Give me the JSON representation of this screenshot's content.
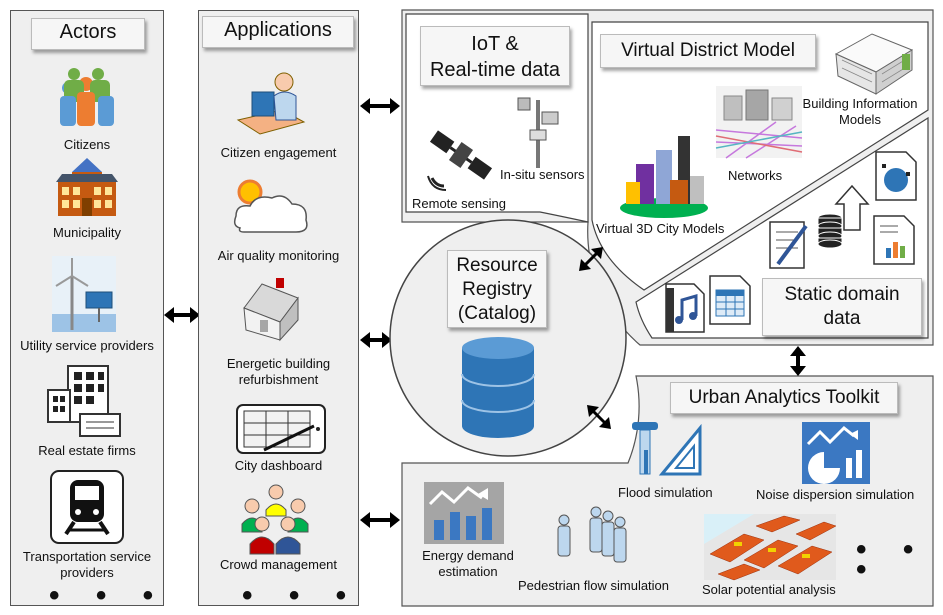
{
  "actors": {
    "title": "Actors",
    "items": [
      "Citizens",
      "Municipality",
      "Utility service providers",
      "Real estate firms",
      "Transportation service providers"
    ],
    "more": "• • •"
  },
  "applications": {
    "title": "Applications",
    "items": [
      "Citizen engagement",
      "Air quality monitoring",
      "Energetic building refurbishment",
      "City dashboard",
      "Crowd management"
    ],
    "more": "• • •"
  },
  "iot": {
    "title_line1": "IoT &",
    "title_line2": "Real-time data",
    "in_situ": "In-situ sensors",
    "remote": "Remote sensing"
  },
  "district": {
    "title": "Virtual District Model",
    "bim": "Building Information Models",
    "networks": "Networks",
    "city_models": "Virtual 3D City Models"
  },
  "static": {
    "title_line1": "Static domain",
    "title_line2": "data"
  },
  "registry": {
    "line1": "Resource",
    "line2": "Registry",
    "line3": "(Catalog)"
  },
  "toolkit": {
    "title": "Urban Analytics Toolkit",
    "flood": "Flood simulation",
    "noise": "Noise dispersion simulation",
    "energy": "Energy demand estimation",
    "pedestrian": "Pedestrian flow simulation",
    "solar": "Solar potential analysis",
    "more": "• • •"
  },
  "colors": {
    "panel": "#efefef",
    "db_blue": "#2e75b6",
    "icon_blue": "#3b78c2",
    "green": "#70ad47"
  }
}
